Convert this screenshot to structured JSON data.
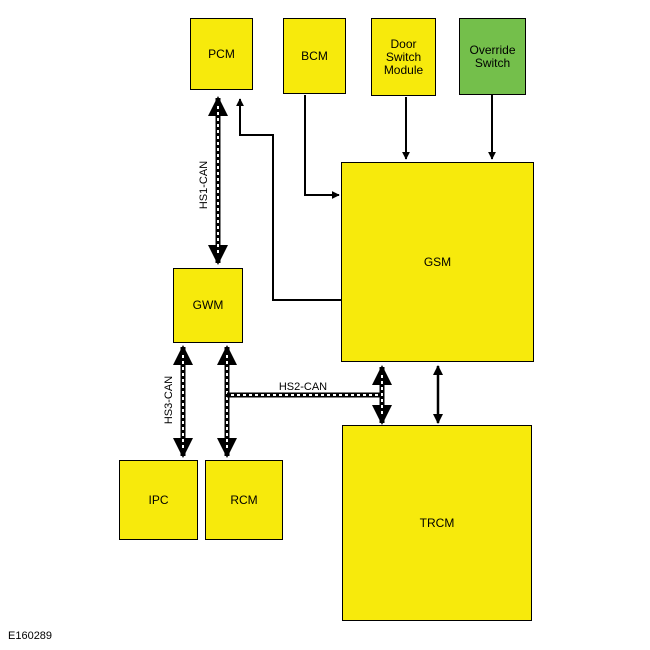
{
  "modules": {
    "pcm": "PCM",
    "bcm": "BCM",
    "door_switch_module": "Door\nSwitch\nModule",
    "override_switch": "Override\nSwitch",
    "gsm": "GSM",
    "gwm": "GWM",
    "ipc": "IPC",
    "rcm": "RCM",
    "trcm": "TRCM"
  },
  "networks": {
    "hs1": "HS1-CAN",
    "hs2": "HS2-CAN",
    "hs3": "HS3-CAN"
  },
  "colors": {
    "module_fill": "#f7ea0c",
    "override_fill": "#74bf4b",
    "line": "#000000",
    "can_dash": "#ffffff"
  },
  "figure_id": "E160289"
}
